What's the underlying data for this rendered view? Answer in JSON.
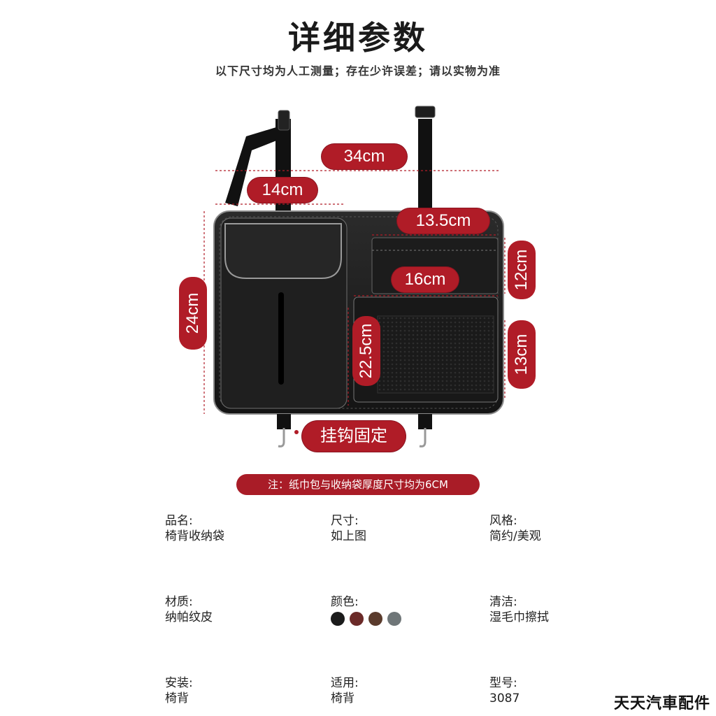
{
  "header": {
    "title": "详细参数",
    "subtitle": "以下尺寸均为人工测量；存在少许误差；请以实物为准"
  },
  "dimensions": {
    "width_total": "34cm",
    "tissue_width": "14cm",
    "top_pocket_width": "13.5cm",
    "middle_pocket_width": "16cm",
    "height_total": "24cm",
    "mesh_height": "22.5cm",
    "right_upper_height": "12cm",
    "right_lower_height": "13cm",
    "hook_label": "挂钩固定"
  },
  "note": "注：纸巾包与收纳袋厚度尺寸均为6CM",
  "specs": {
    "name_label": "品名:",
    "name_value": "椅背收纳袋",
    "size_label": "尺寸:",
    "size_value": "如上图",
    "style_label": "风格:",
    "style_value": "简约/美观",
    "material_label": "材质:",
    "material_value": "纳帕纹皮",
    "color_label": "颜色:",
    "colors": [
      "#1b1b1b",
      "#6b2a28",
      "#5a3b2c",
      "#6f7678"
    ],
    "clean_label": "清洁:",
    "clean_value": "湿毛巾擦拭",
    "install_label": "安装:",
    "install_value": "椅背",
    "apply_label": "适用:",
    "apply_value": "椅背",
    "model_label": "型号:",
    "model_value": "3087"
  },
  "watermark": "天天汽車配件"
}
